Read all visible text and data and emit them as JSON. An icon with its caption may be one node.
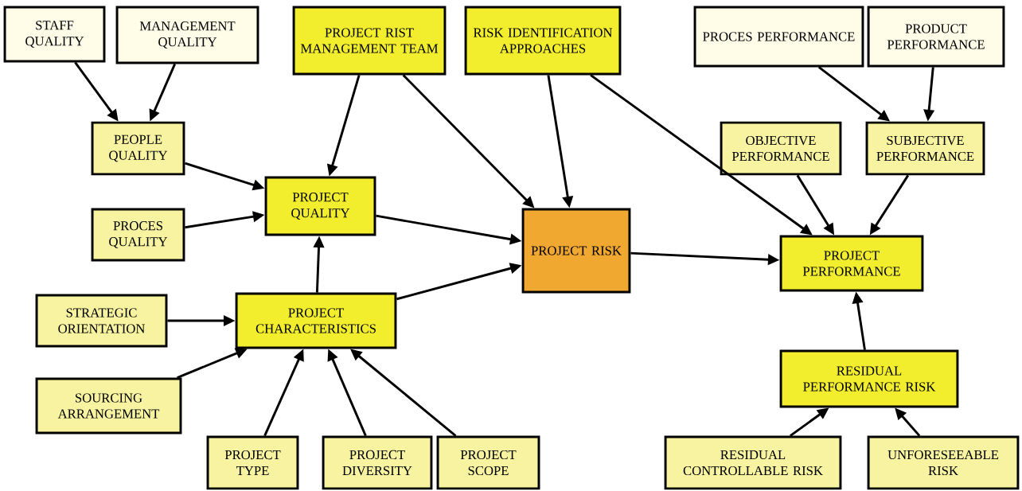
{
  "diagram": {
    "nodes": [
      {
        "text": [
          "STAFF QUALITY"
        ]
      },
      {
        "text": [
          "MANAGEMENT QUALITY"
        ]
      },
      {
        "text": [
          "PROJECT RIST MANAGEMENT TEAM"
        ]
      },
      {
        "text": [
          "RISK IDENTIFICATION APPROACHES"
        ]
      },
      {
        "text": [
          "PROCES PERFORMANCE"
        ]
      },
      {
        "text": [
          "PRODUCT PERFORMANCE"
        ]
      },
      {
        "text": [
          "PEOPLE QUALITY"
        ]
      },
      {
        "text": [
          "PROJECT QUALITY"
        ]
      },
      {
        "text": [
          "PROCES QUALITY"
        ]
      },
      {
        "text": [
          "PROJECT RISK"
        ]
      },
      {
        "text": [
          "OBJECTIVE PERFORMANCE"
        ]
      },
      {
        "text": [
          "SUBJECTIVE PERFORMANCE"
        ]
      },
      {
        "text": [
          "PROJECT PERFORMANCE"
        ]
      },
      {
        "text": [
          "STRATEGIC ORIENTATION"
        ]
      },
      {
        "text": [
          "PROJECT CHARACTERISTICS"
        ]
      },
      {
        "text": [
          "SOURCING ARRANGEMENT"
        ]
      },
      {
        "text": [
          "RESIDUAL PERFORMANCE RISK"
        ]
      },
      {
        "text": [
          "PROJECT TYPE"
        ]
      },
      {
        "text": [
          "PROJECT DIVERSITY"
        ]
      },
      {
        "text": [
          "PROJECT SCOPE"
        ]
      },
      {
        "text": [
          "RESIDUAL CONTROLLABLE RISK"
        ]
      },
      {
        "text": [
          "UNFORESEEABLE RISK"
        ]
      }
    ],
    "edges": [
      {
        "from": 0,
        "to": 6,
        "arrow": "to"
      },
      {
        "from": 1,
        "to": 6,
        "arrow": "to"
      },
      {
        "from": 6,
        "to": 7,
        "arrow": "to"
      },
      {
        "from": 8,
        "to": 7,
        "arrow": "to"
      },
      {
        "from": 2,
        "to": 7,
        "arrow": "to"
      },
      {
        "from": 2,
        "to": 9,
        "arrow": "to"
      },
      {
        "from": 3,
        "to": 9,
        "arrow": "to"
      },
      {
        "from": 3,
        "to": 12,
        "arrow": "to"
      },
      {
        "from": 7,
        "to": 9,
        "arrow": "to"
      },
      {
        "from": 14,
        "to": 7,
        "arrow": "to"
      },
      {
        "from": 14,
        "to": 9,
        "arrow": "to"
      },
      {
        "from": 9,
        "to": 12,
        "arrow": "to"
      },
      {
        "from": 13,
        "to": 14,
        "arrow": "to"
      },
      {
        "from": 15,
        "to": 14,
        "arrow": "to"
      },
      {
        "from": 17,
        "to": 14,
        "arrow": "to"
      },
      {
        "from": 18,
        "to": 14,
        "arrow": "to"
      },
      {
        "from": 19,
        "to": 14,
        "arrow": "to"
      },
      {
        "from": 4,
        "to": 11,
        "arrow": "to"
      },
      {
        "from": 5,
        "to": 11,
        "arrow": "to"
      },
      {
        "from": 10,
        "to": 12,
        "arrow": "to"
      },
      {
        "from": 11,
        "to": 12,
        "arrow": "to"
      },
      {
        "from": 16,
        "to": 12,
        "arrow": "to"
      },
      {
        "from": 20,
        "to": 16,
        "arrow": "to"
      },
      {
        "from": 21,
        "to": 16,
        "arrow": "to"
      }
    ]
  }
}
